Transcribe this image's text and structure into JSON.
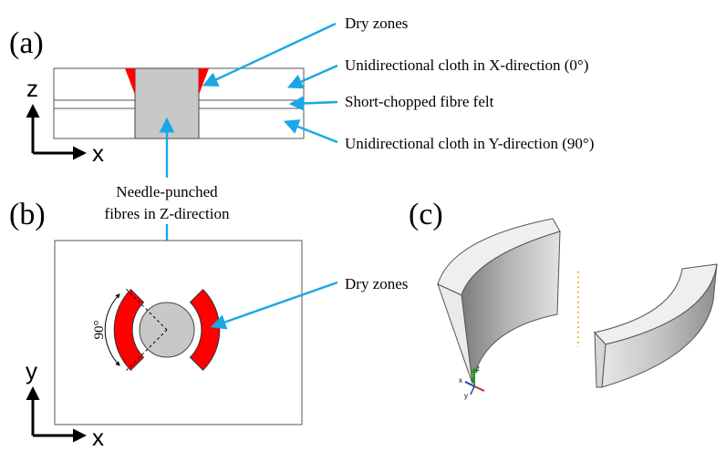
{
  "panel_a": {
    "letter": "(a)",
    "axis_vertical": "z",
    "axis_horizontal": "x",
    "labels": {
      "dry_zones": "Dry zones",
      "ud_x": "Unidirectional cloth in X-direction (0°)",
      "felt": "Short-chopped fibre felt",
      "ud_y": "Unidirectional cloth in Y-direction (90°)"
    }
  },
  "needle_label": {
    "line1": "Needle-punched",
    "line2": "fibres in Z-direction"
  },
  "panel_b": {
    "letter": "(b)",
    "axis_vertical": "y",
    "axis_horizontal": "x",
    "angle_label": "90°",
    "dry_zones": "Dry zones"
  },
  "panel_c": {
    "letter": "(c)",
    "triad": {
      "z": "z",
      "x": "x",
      "y": "y"
    }
  },
  "colors": {
    "pointer": "#1aa7e6",
    "dry_zone": "#ff0000",
    "needle_fill": "#c8c8c8",
    "dots": "#e6a817"
  }
}
